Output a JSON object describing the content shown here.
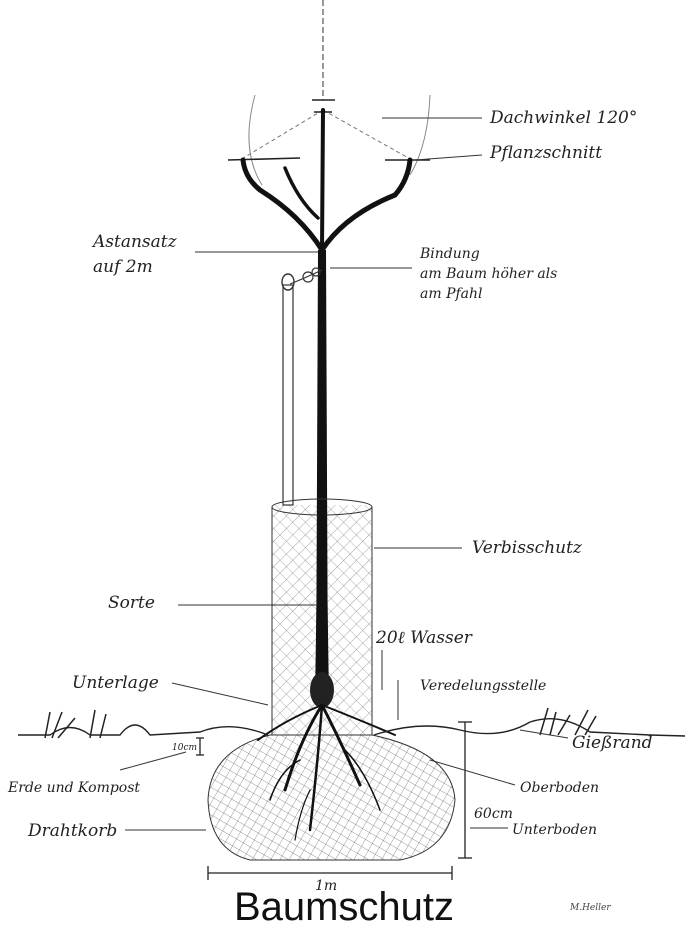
{
  "title": "Baumschutz",
  "signature": "M.Heller",
  "labels": {
    "dachwinkel": "Dachwinkel 120°",
    "pflanzschnitt": "Pflanzschnitt",
    "astansatz_1": "Astansatz",
    "astansatz_2": "auf 2m",
    "bindung_1": "Bindung",
    "bindung_2": "am Baum höher als",
    "bindung_3": "am Pfahl",
    "verbisschutz": "Verbisschutz",
    "sorte": "Sorte",
    "wasser": "20ℓ Wasser",
    "unterlage": "Unterlage",
    "veredelungsstelle": "Veredelungsstelle",
    "giessrand": "Gießrand",
    "oberboden": "Oberboden",
    "depth": "60cm",
    "unterboden": "Unterboden",
    "erde_kompost": "Erde und Kompost",
    "drahtkorb": "Drahtkorb",
    "width": "1m",
    "small_dim": "10cm"
  }
}
